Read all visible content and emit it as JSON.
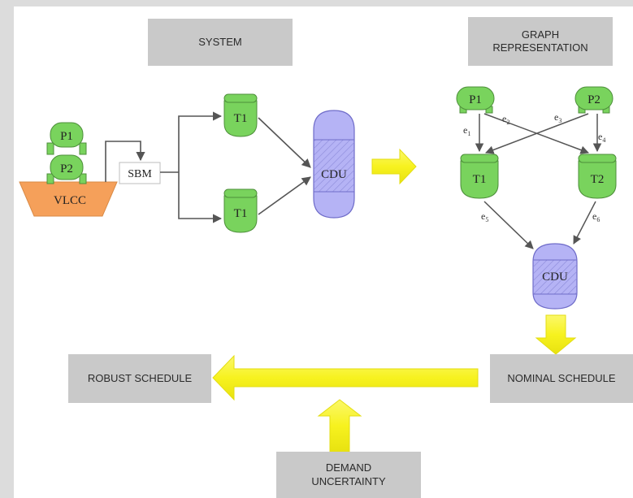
{
  "labels": {
    "system": "SYSTEM",
    "graph_representation": "GRAPH\nREPRESENTATION",
    "robust_schedule": "ROBUST SCHEDULE",
    "nominal_schedule": "NOMINAL SCHEDULE",
    "demand_uncertainty": "DEMAND\nUNCERTAINTY"
  },
  "system": {
    "parcel_1": "P1",
    "parcel_2": "P2",
    "vessel": "VLCC",
    "sbm": "SBM",
    "tank_upper": "T1",
    "tank_lower": "T1",
    "cdu": "CDU"
  },
  "graph": {
    "p1": "P1",
    "p2": "P2",
    "t1": "T1",
    "t2": "T2",
    "cdu": "CDU",
    "edges": {
      "e1": {
        "base": "e",
        "sub": "1"
      },
      "e2": {
        "base": "e",
        "sub": "2"
      },
      "e3": {
        "base": "e",
        "sub": "3"
      },
      "e4": {
        "base": "e",
        "sub": "4"
      },
      "e5": {
        "base": "e",
        "sub": "5"
      },
      "e6": {
        "base": "e",
        "sub": "6"
      }
    }
  },
  "colors": {
    "tank_green": "#79d35d",
    "tank_stroke": "#4d8f3a",
    "cdu_purple": "#b5b3f5",
    "cdu_stroke": "#6f6cc9",
    "vessel_orange": "#f5a05a",
    "arrow_yellow": "#f7f21f",
    "label_gray": "#c9c9c9"
  }
}
